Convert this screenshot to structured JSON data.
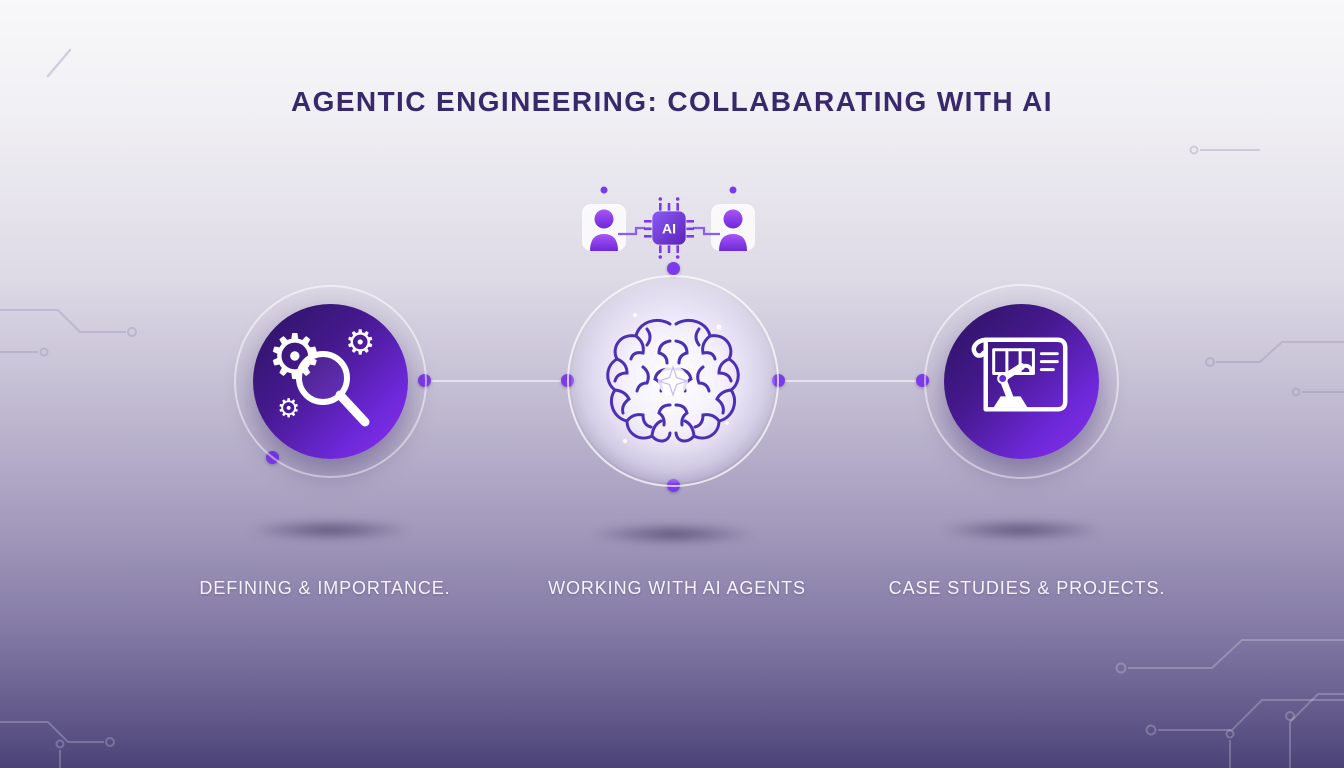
{
  "title": "AGENTIC ENGINEERING: COLLABARATING WITH AI",
  "chip": {
    "label": "AI"
  },
  "nodes": [
    {
      "id": "defining",
      "label": "DEFINING & IMPORTANCE.",
      "icon": "gears-magnifier-icon"
    },
    {
      "id": "working",
      "label": "WORKING WITH AI AGENTS",
      "icon": "brain-icon"
    },
    {
      "id": "case-studies",
      "label": "CASE STUDIES & PROJECTS.",
      "icon": "blueprint-robot-icon"
    }
  ],
  "icons": {
    "gear": "⚙"
  },
  "colors": {
    "accent": "#7c3aed",
    "title_text": "#37296b",
    "label_text": "#f6f4fb",
    "disc_gradient_start": "#2a1460",
    "disc_gradient_end": "#8b30f0",
    "brain_stroke": "#4b2fb5"
  }
}
